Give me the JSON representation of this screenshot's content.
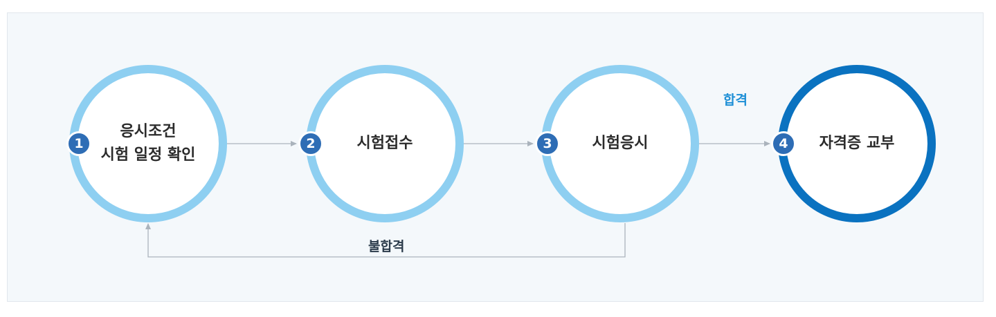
{
  "steps": [
    {
      "number": "1",
      "label": "응시조건\n시험 일정 확인"
    },
    {
      "number": "2",
      "label": "시험접수"
    },
    {
      "number": "3",
      "label": "시험응시"
    },
    {
      "number": "4",
      "label": "자격증 교부"
    }
  ],
  "edges": {
    "pass_label": "합격",
    "fail_label": "불합격"
  },
  "colors": {
    "circle_light": "#8ecff1",
    "circle_final": "#0a72c0",
    "badge": "#2e6db5",
    "pass_text": "#1e8fd6",
    "connector": "#aab3bc"
  }
}
